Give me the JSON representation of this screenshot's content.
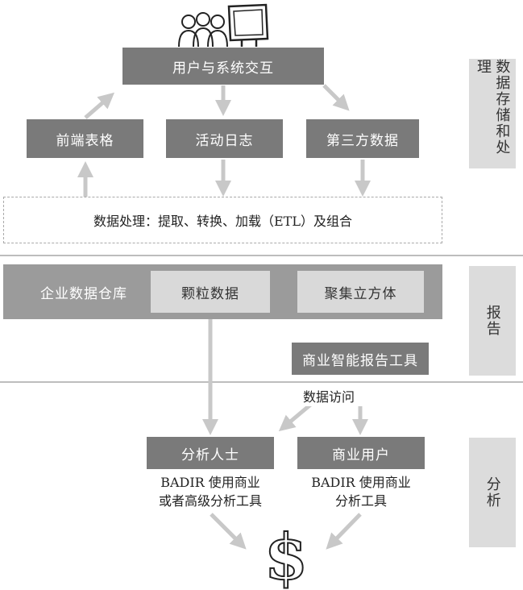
{
  "top": {
    "interaction": "用户与系统交互"
  },
  "sources": {
    "frontend": "前端表格",
    "activity_log": "活动日志",
    "third_party": "第三方数据"
  },
  "etl": "数据处理：提取、转换、加载（ETL）及组合",
  "warehouse": {
    "title": "企业数据仓库",
    "granular": "颗粒数据",
    "cube": "聚集立方体"
  },
  "bi_tool": "商业智能报告工具",
  "data_access": "数据访问",
  "users": {
    "analyst": "分析人士",
    "analyst_desc": "BADIR 使用商业\n或者高级分析工具",
    "business_user": "商业用户",
    "business_desc": "BADIR 使用商业\n分析工具"
  },
  "sections": {
    "storage": "数据存储和处理",
    "report": "报告",
    "analysis": "分析"
  },
  "colors": {
    "dark_box": "#7a7a7a",
    "mid_box": "#9b9b9b",
    "light_box": "#d9d9d9",
    "arrow": "#c8c8c8",
    "rule": "#bdbdbd"
  },
  "icons": {
    "people": "people-group-icon",
    "monitor": "computer-monitor-icon",
    "money": "dollar-sign-icon"
  }
}
